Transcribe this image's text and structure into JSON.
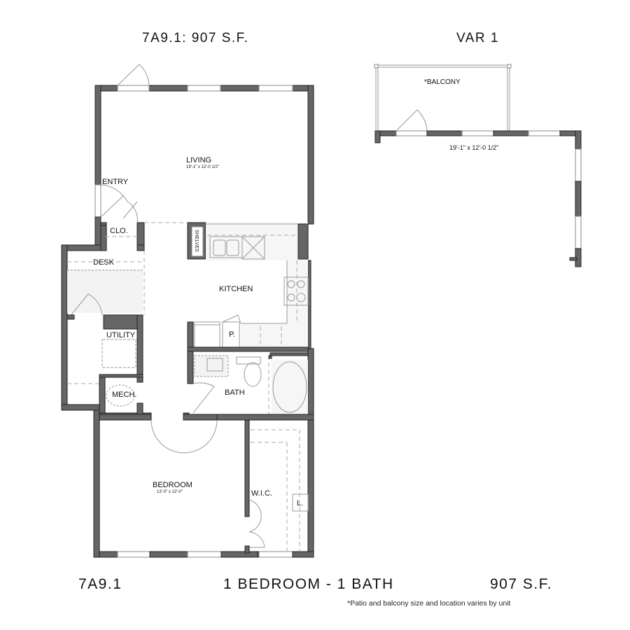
{
  "header": {
    "unit_title": "7A9.1: 907 S.F.",
    "variant_title": "VAR 1"
  },
  "rooms": {
    "living": {
      "label": "LIVING",
      "dims": "19'-1\" x 12'-0 1/2\""
    },
    "entry": {
      "label": "ENTRY"
    },
    "closet": {
      "label": "CLO."
    },
    "desk": {
      "label": "DESK"
    },
    "shelves": {
      "label": "SHELVES"
    },
    "kitchen": {
      "label": "KITCHEN"
    },
    "pantry": {
      "label": "P."
    },
    "utility": {
      "label": "UTILITY"
    },
    "mech": {
      "label": "MECH."
    },
    "bath": {
      "label": "BATH"
    },
    "bedroom": {
      "label": "BEDROOM",
      "dims": "13'-0\" x 12'-0\""
    },
    "wic": {
      "label": "W.I.C."
    },
    "linen": {
      "label": "L."
    }
  },
  "balcony": {
    "label": "*BALCONY",
    "dims": "19'-1\" x 12'-0 1/2\""
  },
  "footer": {
    "unit_code": "7A9.1",
    "unit_type": "1 BEDROOM - 1 BATH",
    "square_feet": "907 S.F.",
    "note": "*Patio and balcony size and location varies by unit"
  },
  "colors": {
    "wall": "#666666",
    "wall_outline": "#222222",
    "fixture_line": "#999999",
    "background": "#ffffff"
  }
}
